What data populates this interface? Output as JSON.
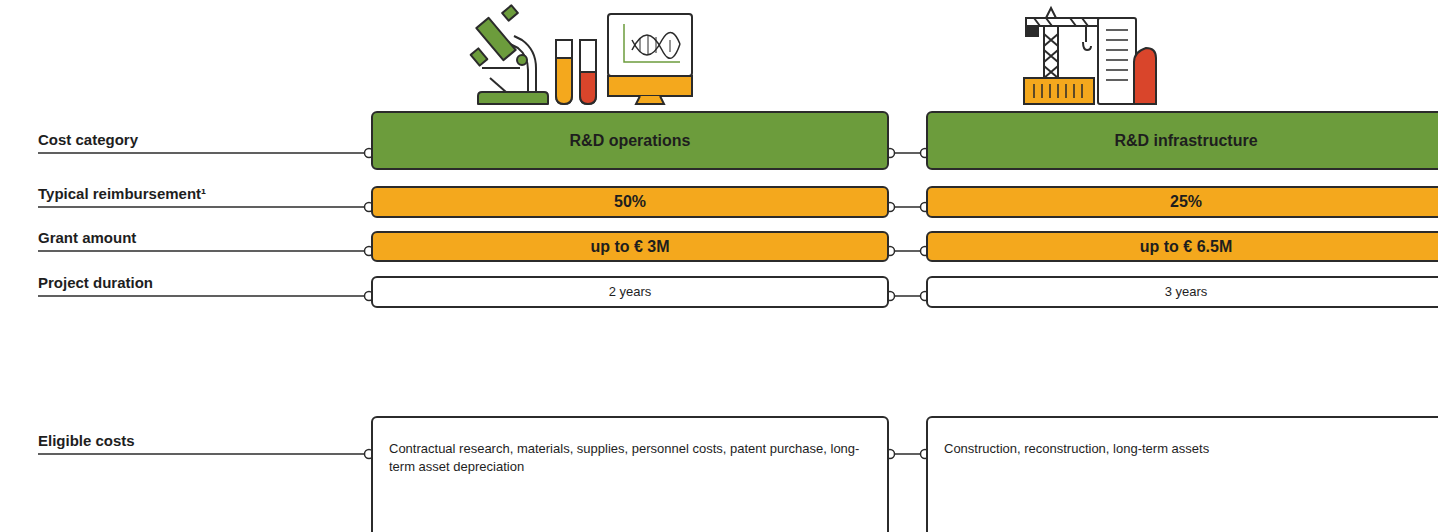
{
  "diagram": {
    "nodes": [
      {
        "text": [
          "R&D operations"
        ]
      },
      {
        "text": [
          "R&D infrastructure"
        ]
      },
      {
        "text": [
          "50%"
        ]
      },
      {
        "text": [
          "25%"
        ]
      },
      {
        "text": [
          "up to € 3M"
        ]
      },
      {
        "text": [
          "up to € 6.5M"
        ]
      },
      {
        "text": [
          "2 years"
        ]
      },
      {
        "text": [
          "3 years"
        ]
      },
      {
        "text": [
          "Contractual research, materials, supplies, personnel costs, patent purchase, long-term asset depreciation"
        ]
      },
      {
        "text": [
          "Construction, reconstruction, long-term assets"
        ]
      }
    ],
    "edges": [
      {
        "from": 0,
        "to": 1,
        "arrow": "none"
      },
      {
        "from": 2,
        "to": 3,
        "arrow": "none"
      },
      {
        "from": 4,
        "to": 5,
        "arrow": "none"
      },
      {
        "from": 6,
        "to": 7,
        "arrow": "none"
      },
      {
        "from": 8,
        "to": 9,
        "arrow": "none"
      }
    ],
    "labels": [
      "Cost category",
      "Typical reimbursement¹",
      "Grant amount",
      "Project duration",
      "Eligible costs"
    ]
  }
}
